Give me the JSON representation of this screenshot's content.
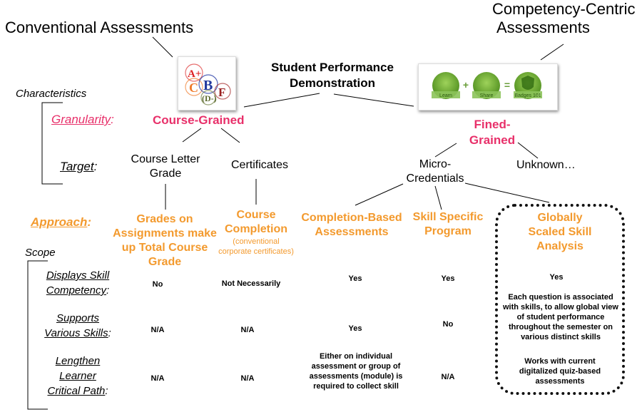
{
  "headings": {
    "conventional": "Conventional Assessments",
    "competency_line1": "Competency-Centric",
    "competency_line2": "Assessments",
    "center_line1": "Student Performance",
    "center_line2": "Demonstration"
  },
  "images": {
    "conventional": {
      "icon": "letter-grades-icon",
      "letters": [
        "A+",
        "C",
        "B",
        "F",
        "D-"
      ]
    },
    "competency": {
      "icon": "badges-icon",
      "badges": [
        "Learn",
        "Share",
        "Badges 101"
      ],
      "operators": [
        "+",
        "="
      ]
    }
  },
  "left_labels": {
    "characteristics": "Characteristics",
    "granularity": "Granularity",
    "target": "Target",
    "approach": "Approach",
    "scope": "Scope",
    "colon": ":"
  },
  "granularity": {
    "conventional": "Course-Grained",
    "competency_line1": "Fined-",
    "competency_line2": "Grained"
  },
  "targets": {
    "course_letter_line1": "Course Letter",
    "course_letter_line2": "Grade",
    "certificates": "Certificates",
    "micro_line1": "Micro-",
    "micro_line2": "Credentials",
    "unknown": "Unknown…"
  },
  "approaches": [
    {
      "lines": [
        "Grades on",
        "Assignments make",
        "up Total Course",
        "Grade"
      ],
      "note": []
    },
    {
      "lines": [
        "Course",
        "Completion"
      ],
      "note": [
        "(conventional",
        "corporate certificates)"
      ]
    },
    {
      "lines": [
        "Completion-Based",
        "Assessments"
      ],
      "note": []
    },
    {
      "lines": [
        "Skill Specific",
        "Program"
      ],
      "note": []
    },
    {
      "lines": [
        "Globally",
        "Scaled Skill",
        "Analysis"
      ],
      "note": []
    }
  ],
  "scope_rows": [
    {
      "label": [
        "Displays Skill",
        "Competency"
      ],
      "values": [
        "No",
        "Not Necessarily",
        "Yes",
        "Yes",
        "Yes"
      ]
    },
    {
      "label": [
        "Supports",
        "Various Skills"
      ],
      "values": [
        "N/A",
        "N/A",
        "Yes",
        "No",
        "Each question is associated with skills, to allow global view of student performance throughout the semester on various distinct skills"
      ]
    },
    {
      "label": [
        "Lengthen",
        "Learner",
        "Critical Path"
      ],
      "values": [
        "N/A",
        "N/A",
        "Either on individual assessment or group of assessments (module) is required to collect skill",
        "N/A",
        "Works with current digitalized quiz-based assessments"
      ]
    }
  ],
  "colors": {
    "granularity_pink": "#e8306a",
    "approach_orange": "#f39a2e",
    "text": "#000000"
  }
}
